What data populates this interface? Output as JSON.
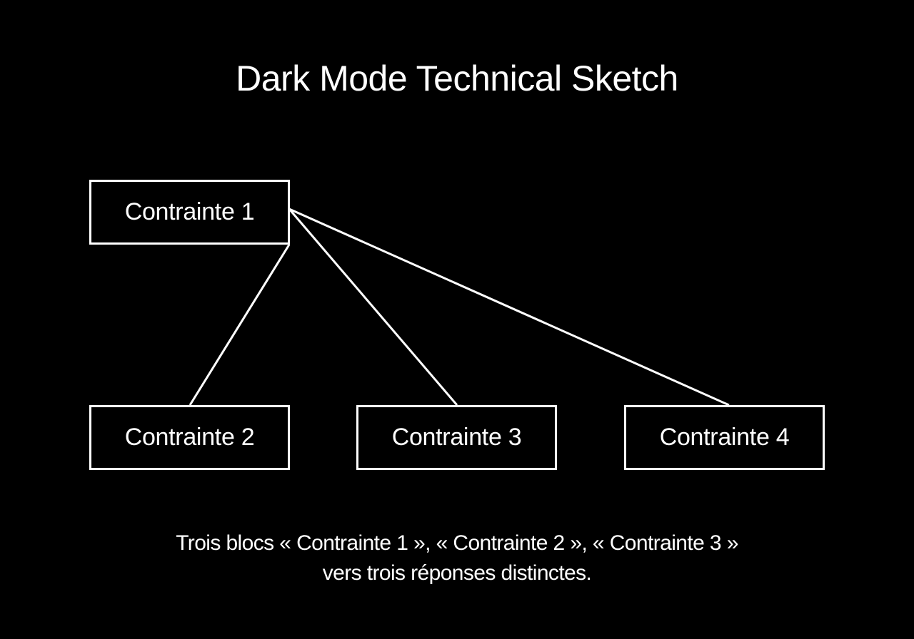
{
  "title": "Dark Mode Technical Sketch",
  "colors": {
    "background": "#000000",
    "foreground": "#ffffff"
  },
  "nodes": [
    {
      "id": "c1",
      "label": "Contrainte 1"
    },
    {
      "id": "c2",
      "label": "Contrainte 2"
    },
    {
      "id": "c3",
      "label": "Contrainte 3"
    },
    {
      "id": "c4",
      "label": "Contrainte 4"
    }
  ],
  "edges": [
    {
      "from": "Contrainte 1",
      "to": "Contrainte 2"
    },
    {
      "from": "Contrainte 1",
      "to": "Contrainte 3"
    },
    {
      "from": "Contrainte 1",
      "to": "Contrainte 4"
    }
  ],
  "caption": {
    "line1": "Trois blocs « Contrainte 1 », « Contrainte 2 », « Contrainte 3 »",
    "line2": "vers trois réponses distinctes."
  }
}
